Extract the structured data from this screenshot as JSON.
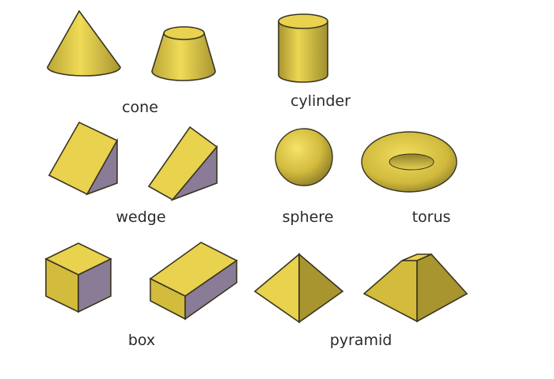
{
  "labels": {
    "cone": "cone",
    "cylinder": "cylinder",
    "wedge": "wedge",
    "sphere": "sphere",
    "torus": "torus",
    "box": "box",
    "pyramid": "pyramid"
  },
  "colors": {
    "face_light": "#e8d24e",
    "face_mid": "#d3bb3c",
    "face_dark": "#a89530",
    "side_purple": "#8a7c96",
    "side_purple_dark": "#6f6480",
    "outline": "#3a3520",
    "background": "#ffffff"
  }
}
